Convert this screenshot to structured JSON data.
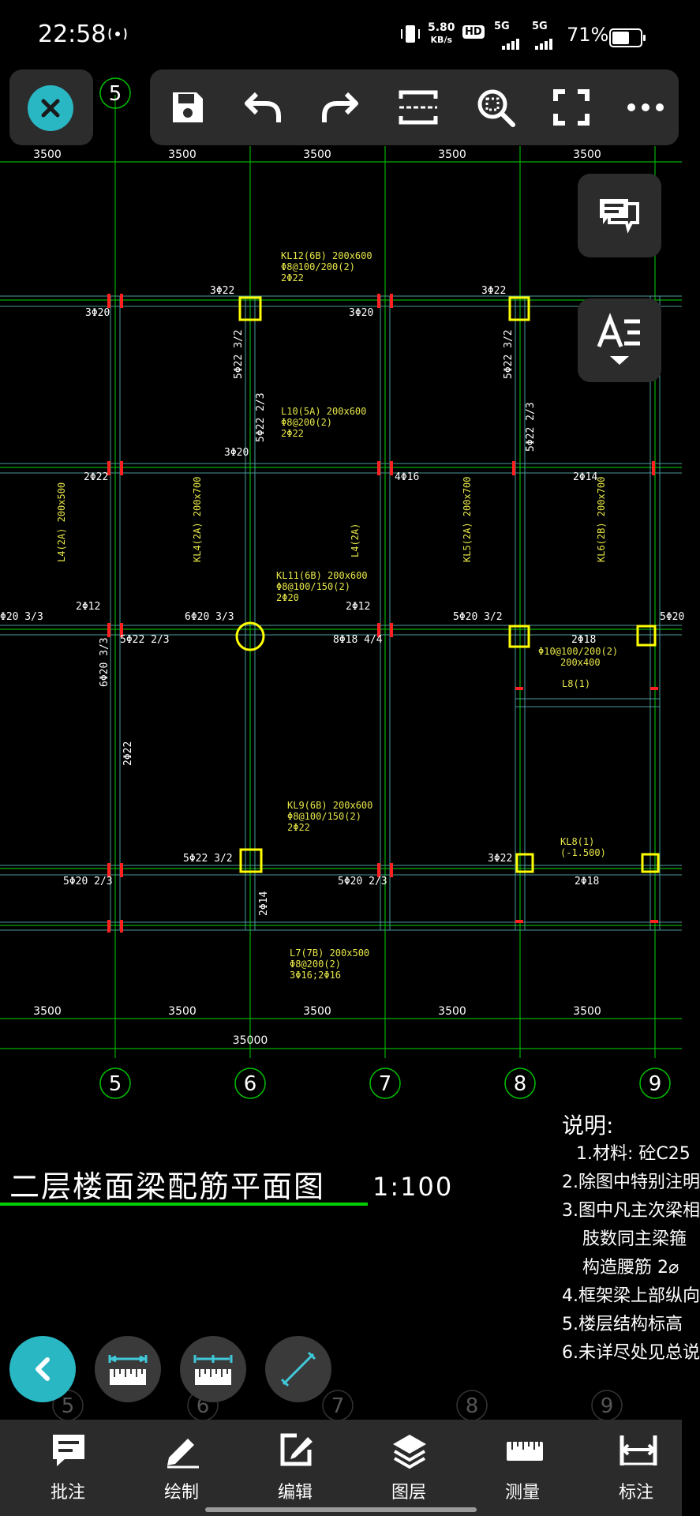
{
  "status": {
    "time": "22:58",
    "net_speed_value": "5.80",
    "net_speed_unit": "KB/s",
    "hd_label": "HD",
    "signal1_label": "5G",
    "signal2_label": "5G",
    "battery_pct": "71%",
    "battery_level": 0.71
  },
  "drawing": {
    "title": "二层楼面梁配筋平面图",
    "scale": "1:100",
    "top_dims": [
      "3500",
      "3500",
      "3500",
      "3500",
      "3500"
    ],
    "bottom_dims": [
      "3500",
      "3500",
      "3500",
      "3500",
      "3500"
    ],
    "total_dim": "35000",
    "grid_top": "5",
    "grid_bottom": [
      "5",
      "6",
      "7",
      "8",
      "9"
    ],
    "grid_ghost": [
      "5",
      "6",
      "7",
      "8",
      "9"
    ],
    "notes_title": "说明:",
    "notes": [
      "1.材料: 砼C25",
      "2.除图中特别注明",
      "3.图中凡主次梁相",
      "肢数同主梁箍",
      "构造腰筋 2⌀",
      "4.框架梁上部纵向",
      "5.楼层结构标高",
      "6.未详尽处见总说"
    ],
    "beams": [
      {
        "id": "kl12",
        "lines": [
          "KL12(6B) 200x600",
          "Φ8@100/200(2)",
          "2Φ22"
        ]
      },
      {
        "id": "l10",
        "lines": [
          "L10(5A) 200x600",
          "Φ8@200(2)",
          "2Φ22"
        ]
      },
      {
        "id": "kl11",
        "lines": [
          "KL11(6B) 200x600",
          "Φ8@100/150(2)",
          "2Φ20"
        ]
      },
      {
        "id": "kl9",
        "lines": [
          "KL9(6B) 200x600",
          "Φ8@100/150(2)",
          "2Φ22"
        ]
      },
      {
        "id": "l7",
        "lines": [
          "L7(7B) 200x500",
          "Φ8@200(2)",
          "3Φ16;2Φ16"
        ]
      },
      {
        "id": "kl8",
        "lines": [
          "KL8(1)",
          "(-1.500)"
        ]
      },
      {
        "id": "l8",
        "lines": [
          "L8(1)"
        ]
      },
      {
        "id": "l8b",
        "lines": [
          "Φ10@100/200(2)",
          "200x400"
        ]
      }
    ],
    "rebar_labels": [
      "3Φ22",
      "3Φ20",
      "3Φ20",
      "3Φ22",
      "4Φ16",
      "2Φ14",
      "2Φ22",
      "2Φ12",
      "2Φ12",
      "6Φ20 3/3",
      "5Φ20 3/2",
      "8Φ18 4/4",
      "5Φ22 2/3",
      "5Φ22 3/2",
      "5Φ20 2/3",
      "5Φ20 2/3",
      "3Φ22",
      "2Φ18",
      "2Φ18",
      "3Φ20",
      "Φ20 3/3",
      "5Φ20"
    ],
    "vert_labels": [
      "5Φ22 3/2",
      "5Φ22 2/3",
      "5Φ22 3/2",
      "5Φ22 2/3",
      "6Φ20 3/3",
      "2Φ22",
      "2Φ14",
      "KL4(2A) 200x700",
      "KL5(2A) 200x700",
      "KL6(2B) 200x700",
      "L4(2A) 200x500",
      "L4(2A)"
    ]
  },
  "toolbar": {
    "close": "close-icon",
    "items": [
      "save-icon",
      "undo-icon",
      "redo-icon",
      "section-icon",
      "zoom-icon",
      "fullscreen-icon",
      "more-icon"
    ]
  },
  "side": {
    "comment": "comment-icon",
    "text": "text-style-icon"
  },
  "bottom_nav": [
    {
      "label": "批注",
      "icon": "annotate-icon"
    },
    {
      "label": "绘制",
      "icon": "pencil-icon"
    },
    {
      "label": "编辑",
      "icon": "edit-icon"
    },
    {
      "label": "图层",
      "icon": "layers-icon"
    },
    {
      "label": "测量",
      "icon": "ruler-icon"
    },
    {
      "label": "标注",
      "icon": "dimension-icon"
    }
  ],
  "colors": {
    "accent": "#2ab7c4",
    "grid_green": "#00c000",
    "beam_cyan": "#5fd7d7",
    "text_yellow": "#e6e64a",
    "column_red": "#ff2020"
  }
}
